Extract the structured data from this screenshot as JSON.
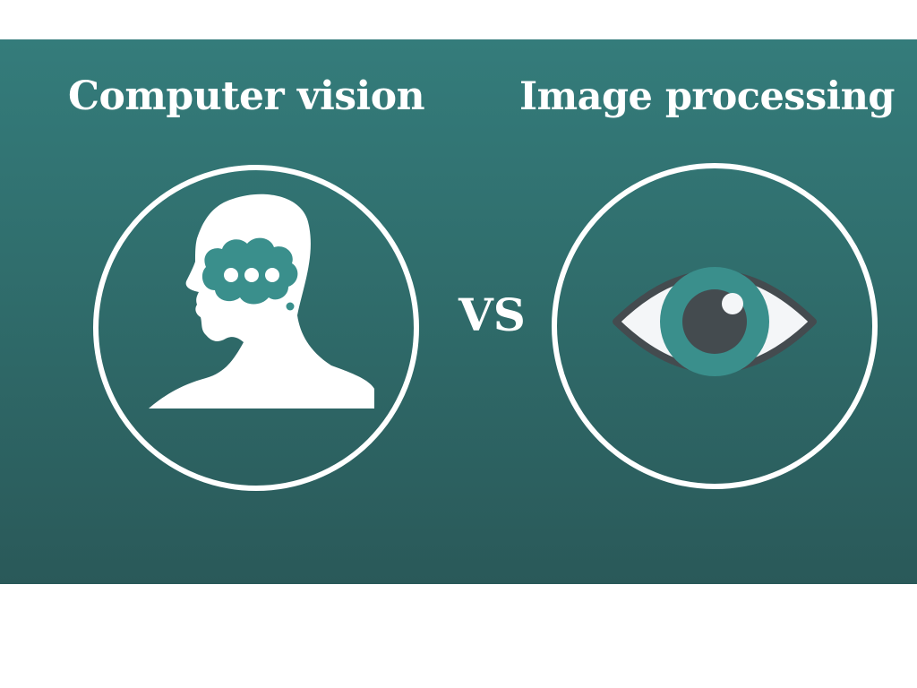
{
  "headings": {
    "left": "Computer vision",
    "right": "Image processing"
  },
  "vs": "VS",
  "colors": {
    "background_top": "#347c7b",
    "background_bottom": "#2a5959",
    "foreground": "#ffffff",
    "accent": "#3a8f8c",
    "pupil": "#444b4f"
  },
  "icons": {
    "left": "human-head-thinking-icon",
    "right": "eye-icon"
  }
}
